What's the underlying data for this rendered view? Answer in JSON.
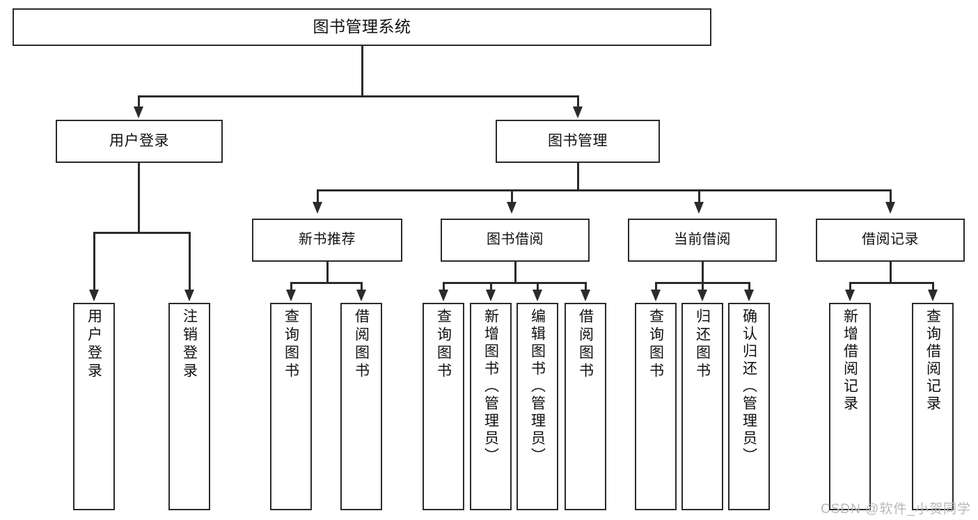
{
  "diagram": {
    "title": "图书管理系统",
    "type": "tree",
    "watermark": "CSDN @软件_小贺同学",
    "root": {
      "label": "图书管理系统"
    },
    "level2": [
      {
        "label": "用户登录"
      },
      {
        "label": "图书管理"
      }
    ],
    "level3": [
      {
        "label": "新书推荐"
      },
      {
        "label": "图书借阅"
      },
      {
        "label": "当前借阅"
      },
      {
        "label": "借阅记录"
      }
    ],
    "leaves": [
      {
        "label": "用户登录"
      },
      {
        "label": "注销登录"
      },
      {
        "label": "查询图书"
      },
      {
        "label": "借阅图书"
      },
      {
        "label": "查询图书"
      },
      {
        "label": "新增图书（管理员）"
      },
      {
        "label": "编辑图书（管理员）"
      },
      {
        "label": "借阅图书"
      },
      {
        "label": "查询图书"
      },
      {
        "label": "归还图书"
      },
      {
        "label": "确认归还（管理员）"
      },
      {
        "label": "新增借阅记录"
      },
      {
        "label": "查询借阅记录"
      }
    ],
    "colors": {
      "stroke": "#2b2b2b",
      "text": "#111111",
      "background": "#ffffff",
      "watermark": "#b9b9b9"
    }
  }
}
